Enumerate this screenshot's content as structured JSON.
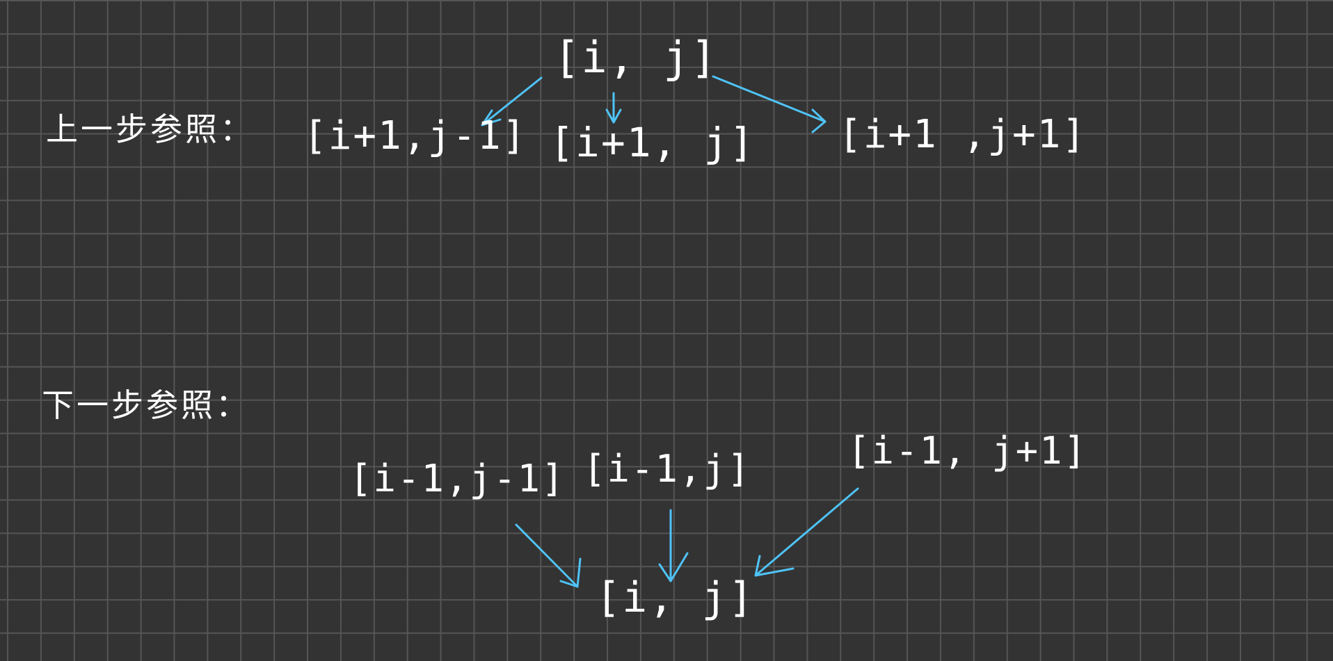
{
  "colors": {
    "background": "#333333",
    "grid": "#555555",
    "text": "#ffffff",
    "arrow": "#4fc3f7"
  },
  "top": {
    "label": "上一步参照：",
    "center": "[i, j]",
    "nodes": [
      "[i+1,j-1]",
      "[i+1, j]",
      "[i+1 ,j+1]"
    ]
  },
  "bottom": {
    "label": "下一步参照：",
    "nodes": [
      "[i-1,j-1]",
      "[i-1,j]",
      "[i-1, j+1]"
    ],
    "center": "[i, j]"
  }
}
